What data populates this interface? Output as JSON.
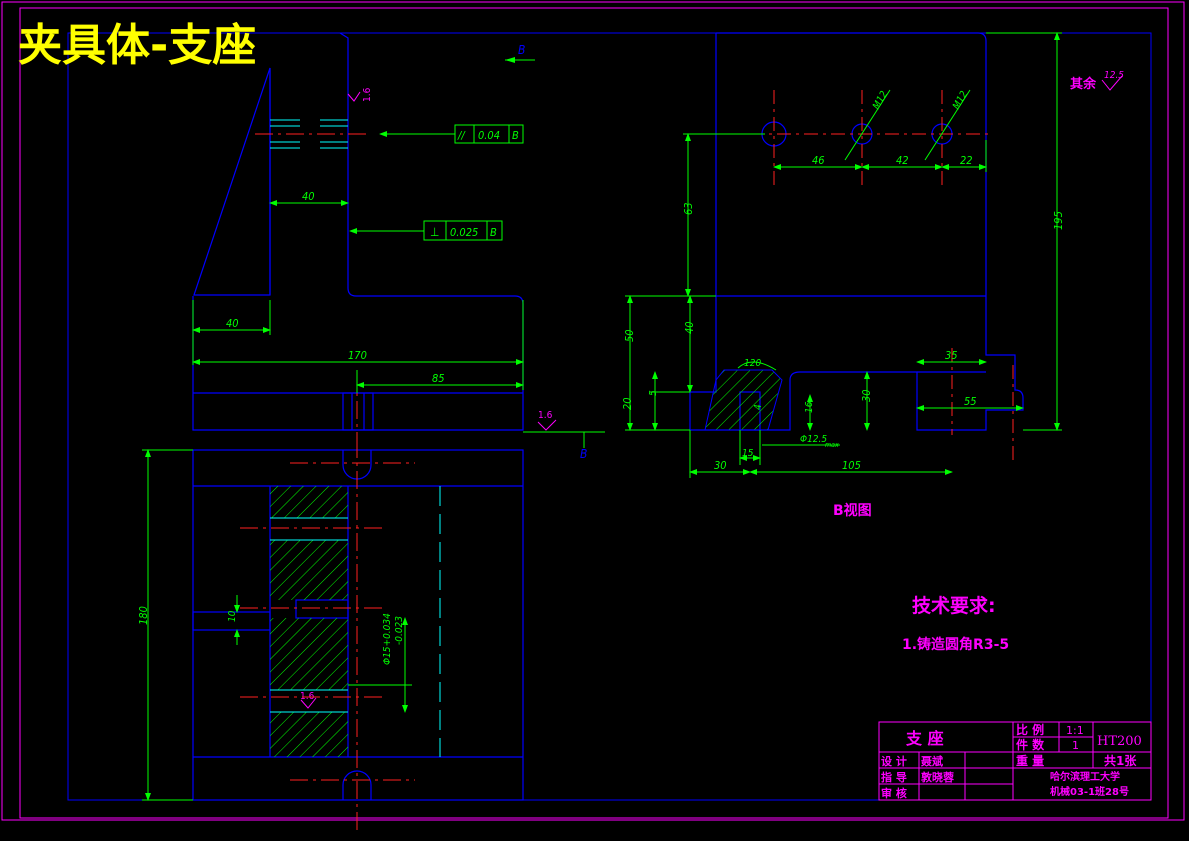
{
  "title": "夹具体-支座",
  "colors": {
    "background": "#000000",
    "outline": "#0000ff",
    "dimension": "#00ff00",
    "centerline": "#ff2020",
    "annotation": "#ff00ff",
    "title": "#ffff00",
    "border": "#ff00ff",
    "cyan": "#00ffff",
    "white": "#ffffff"
  },
  "front_view": {
    "dims": {
      "d40_top": "40",
      "d40_bottom": "40",
      "d170": "170",
      "d85": "85",
      "d180": "180",
      "d10": "10",
      "tol_main": "Φ15+0.034",
      "tol_lower": "-0.023"
    },
    "roughness": [
      "1.6",
      "1.6",
      "1.6"
    ],
    "parallelism": {
      "symbol": "//",
      "value": "0.04",
      "datum": "B"
    },
    "perpendicularity": {
      "symbol": "⊥",
      "value": "0.025",
      "datum": "B"
    },
    "section_label": "B"
  },
  "b_view": {
    "label": "B视图",
    "dims": {
      "m12a": "M12",
      "m12b": "M12",
      "d46": "46",
      "d42": "42",
      "d22": "22",
      "d63": "63",
      "d195": "195",
      "d50": "50",
      "d40": "40",
      "d20": "20",
      "d5": "5",
      "d120": "120",
      "d16": "16",
      "d30a": "30",
      "d35": "35",
      "d55": "55",
      "d30b": "30",
      "d15": "15",
      "d105": "105",
      "phi": "Φ12.5",
      "phi_sub": "max",
      "d4": "4"
    },
    "remaining_roughness_label": "其余",
    "remaining_roughness_value": "12.5"
  },
  "technical_requirements": {
    "heading": "技术要求:",
    "items": [
      "1.铸造圆角R3-5"
    ]
  },
  "title_block": {
    "part_name": "支 座",
    "scale_label": "比 例",
    "scale_value": "1:1",
    "material": "HT200",
    "quantity_label": "件 数",
    "quantity_value": "1",
    "weight_label": "重 量",
    "sheets": "共1张",
    "design_label": "设 计",
    "design_name": "聂斌",
    "guide_label": "指 导",
    "guide_name": "敦晓蓉",
    "review_label": "审 核",
    "school": "哈尔滨理工大学",
    "class_info": "机械03-1班28号"
  }
}
